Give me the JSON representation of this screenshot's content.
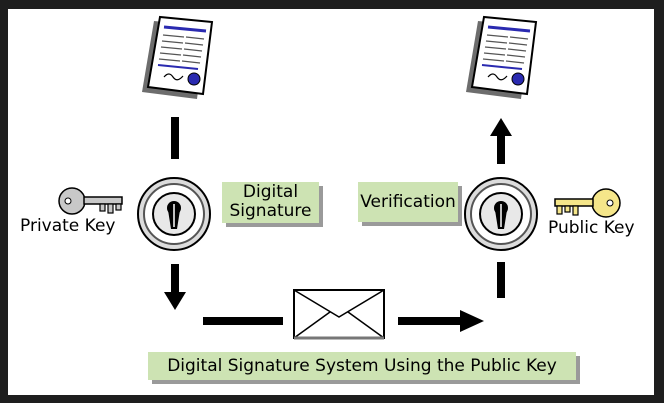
{
  "labels": {
    "private_key": "Private Key",
    "public_key": "Public Key",
    "digital_signature_line1": "Digital",
    "digital_signature_line2": "Signature",
    "verification": "Verification",
    "caption": "Digital Signature System Using the Public Key"
  },
  "icons": {
    "document_left": "document-icon",
    "document_right": "document-icon",
    "private_key": "gray-key-icon",
    "public_key": "yellow-key-icon",
    "lock_left": "lock-icon",
    "lock_right": "lock-icon",
    "envelope": "envelope-icon"
  },
  "colors": {
    "label_background": "#cde3b3",
    "private_key": "#c8c8c8",
    "public_key": "#f5e68a",
    "document_accent": "#2a2ab0"
  }
}
